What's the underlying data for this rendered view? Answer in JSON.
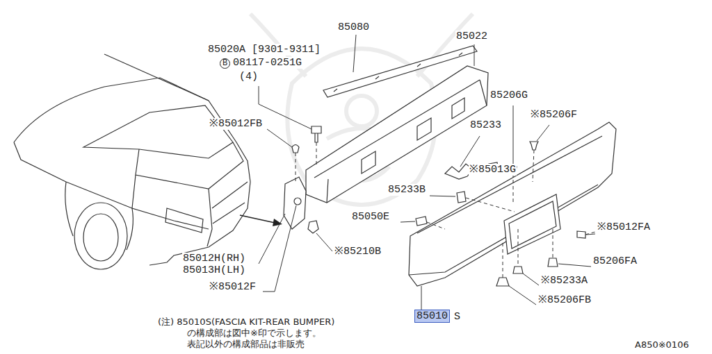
{
  "diagram": {
    "labels": [
      "85080",
      "85022",
      "85020A [9301-9311]",
      "B",
      "08117-0251G",
      "(4)",
      "※85012FB",
      "85206G",
      "※85206F",
      "85233",
      "※85013G",
      "85233B",
      "85050E",
      "※85012FA",
      "※85210B",
      "85206FA",
      "85012H(RH)",
      "85013H(LH)",
      "※85012F",
      "※85233A",
      "※85206FB",
      "85010",
      "S",
      "(注) 85010S(FASCIA KIT-REAR BUMPER)",
      "の構成部は図中※印で示します。",
      "表記以外の構成部品は非販売",
      "A850※0106"
    ]
  }
}
